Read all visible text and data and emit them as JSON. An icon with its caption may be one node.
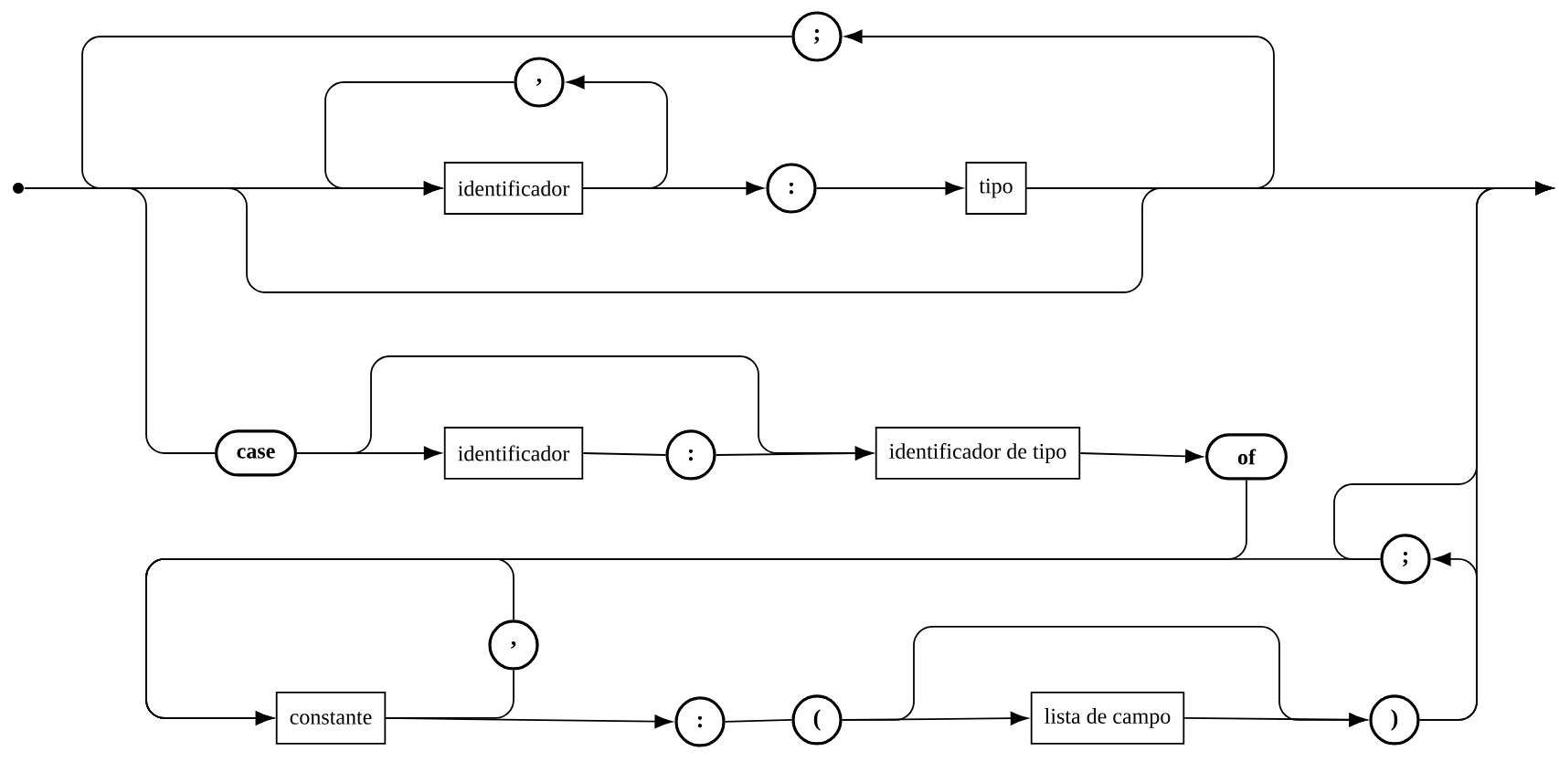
{
  "diagram": {
    "nodes": [
      {
        "text": [],
        "shape": "circle"
      },
      {
        "text": [
          ","
        ]
      },
      {
        "text": [
          "identificador"
        ]
      },
      {
        "text": [
          ":"
        ]
      },
      {
        "text": [
          "tipo"
        ]
      },
      {
        "text": [
          ";"
        ]
      },
      {
        "text": [
          "case"
        ]
      },
      {
        "text": [
          "identificador"
        ]
      },
      {
        "text": [
          ":"
        ]
      },
      {
        "text": [
          "identificador de tipo"
        ]
      },
      {
        "text": [
          "of"
        ]
      },
      {
        "text": [
          ";"
        ]
      },
      {
        "text": [
          ","
        ]
      },
      {
        "text": [
          "constante"
        ]
      },
      {
        "text": [
          ":"
        ]
      },
      {
        "text": [
          "("
        ]
      },
      {
        "text": [
          "lista de campo"
        ]
      },
      {
        "text": [
          ")"
        ]
      }
    ],
    "edges": [
      {
        "from": 0,
        "to": 2,
        "arrow": "to"
      },
      {
        "from": 2,
        "to": 1,
        "arrow": "to"
      },
      {
        "from": 1,
        "to": 2,
        "arrow": "to"
      },
      {
        "from": 2,
        "to": 3,
        "arrow": "to"
      },
      {
        "from": 3,
        "to": 4,
        "arrow": "to"
      },
      {
        "from": 4,
        "to": 5,
        "arrow": "to"
      },
      {
        "from": 5,
        "to": 2,
        "arrow": "to"
      },
      {
        "from": 4,
        "to": null,
        "arrow": "to"
      },
      {
        "from": 0,
        "to": null,
        "arrow": "to"
      },
      {
        "from": 0,
        "to": 6,
        "arrow": "none"
      },
      {
        "from": 6,
        "to": 7,
        "arrow": "to"
      },
      {
        "from": 6,
        "to": 9,
        "arrow": "to"
      },
      {
        "from": 7,
        "to": 8,
        "arrow": "none"
      },
      {
        "from": 8,
        "to": 9,
        "arrow": "to"
      },
      {
        "from": 9,
        "to": 10,
        "arrow": "to"
      },
      {
        "from": 10,
        "to": 13,
        "arrow": "to"
      },
      {
        "from": 13,
        "to": 12,
        "arrow": "none"
      },
      {
        "from": 12,
        "to": 13,
        "arrow": "to"
      },
      {
        "from": 13,
        "to": 14,
        "arrow": "to"
      },
      {
        "from": 14,
        "to": 15,
        "arrow": "none"
      },
      {
        "from": 15,
        "to": 16,
        "arrow": "to"
      },
      {
        "from": 15,
        "to": 17,
        "arrow": "to"
      },
      {
        "from": 16,
        "to": 17,
        "arrow": "to"
      },
      {
        "from": 17,
        "to": 11,
        "arrow": "to"
      },
      {
        "from": 11,
        "to": 13,
        "arrow": "to"
      },
      {
        "from": 11,
        "to": null,
        "arrow": "to"
      },
      {
        "from": 17,
        "to": null,
        "arrow": "to"
      }
    ]
  }
}
